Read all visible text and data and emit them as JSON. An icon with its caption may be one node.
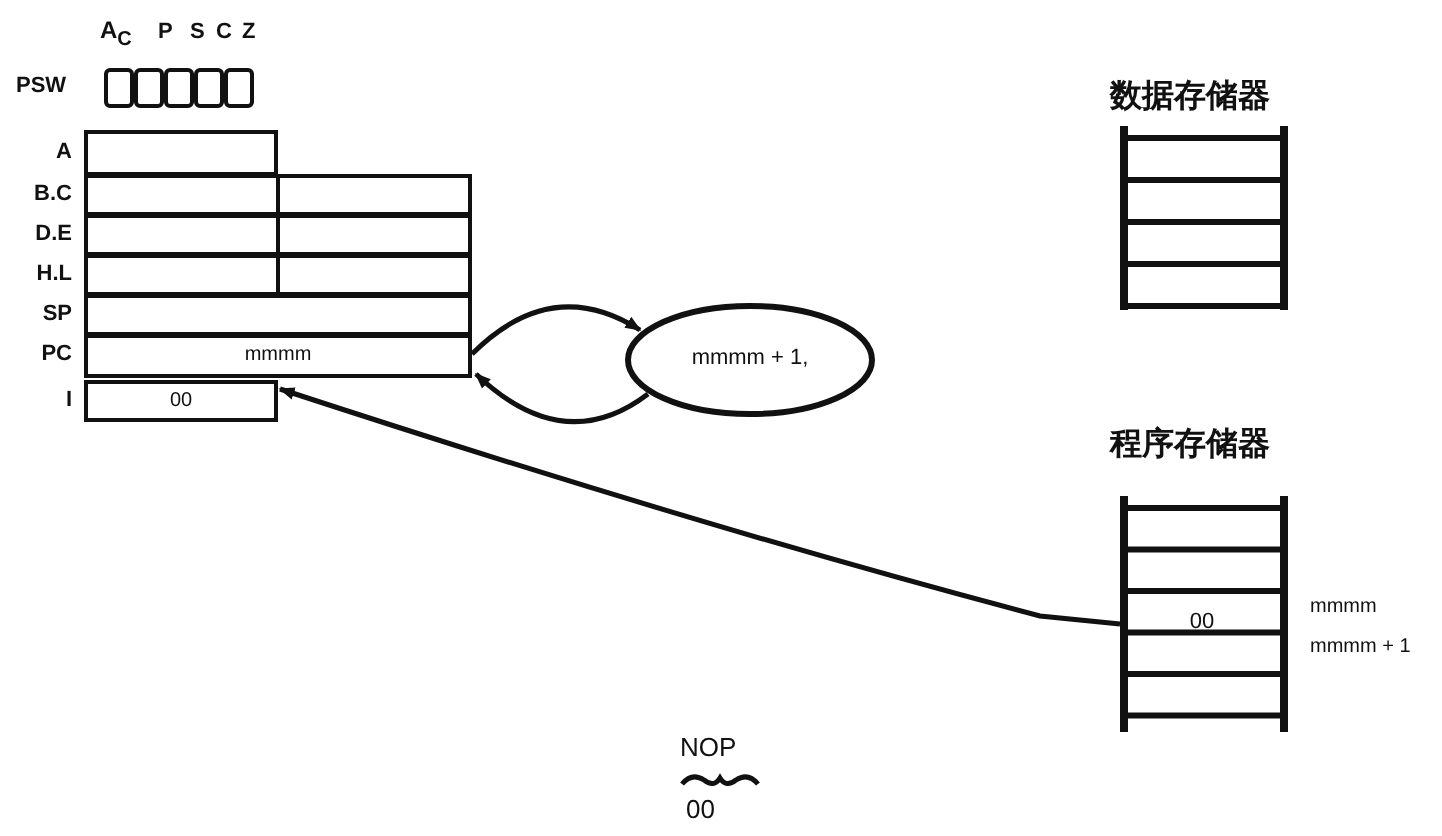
{
  "diagram": {
    "nodes": [
      {
        "text": [
          "A"
        ]
      },
      {
        "text": [
          "B.C"
        ]
      },
      {
        "text": [
          "D.E"
        ]
      },
      {
        "text": [
          "H.L"
        ]
      },
      {
        "text": [
          "SP"
        ]
      },
      {
        "text": [
          "PC",
          "mmmm"
        ]
      },
      {
        "text": [
          "I",
          "00"
        ]
      },
      {
        "text": [
          "mmmm + 1,"
        ]
      },
      {
        "text": [
          "数据存储器"
        ]
      },
      {
        "text": [
          "程序存储器"
        ]
      },
      {
        "text": [
          "00"
        ],
        "in": 9
      }
    ],
    "edges": [
      {
        "from": 5,
        "to": 7,
        "arrow": "to"
      },
      {
        "from": 7,
        "to": 5,
        "arrow": "to"
      },
      {
        "from": 10,
        "to": 6,
        "arrow": "to"
      }
    ],
    "labels": [
      "A$_{C}$",
      "P",
      "S",
      "C",
      "Z",
      "PSW",
      "mmmm",
      "mmmm + 1",
      "NOP",
      "00"
    ]
  }
}
